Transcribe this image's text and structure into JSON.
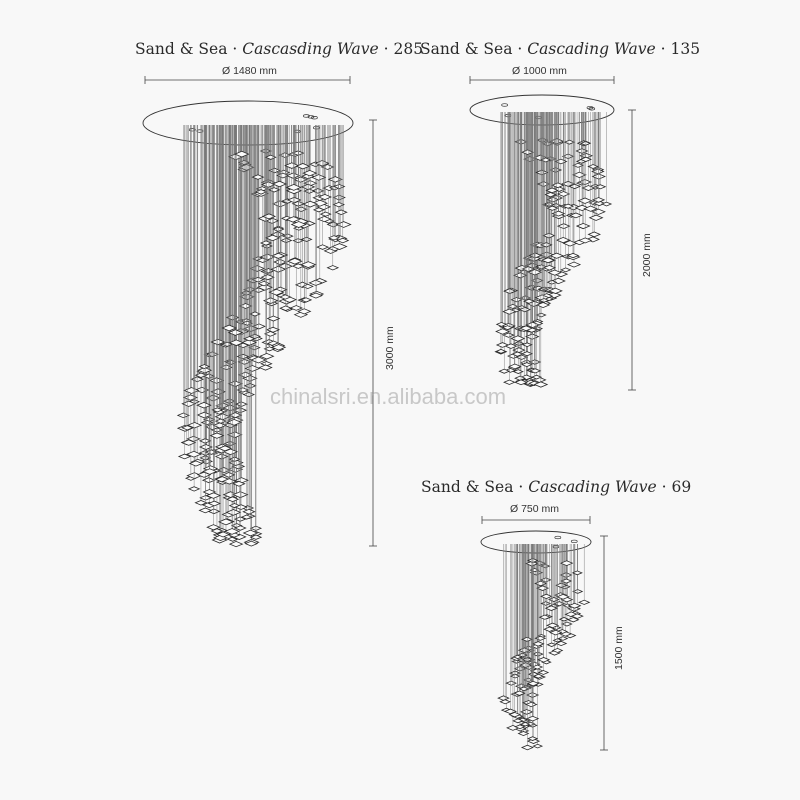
{
  "products": [
    {
      "brand": "Sand & Sea",
      "separator": "·",
      "model": "Cascasding Wave",
      "size": "285",
      "diameter": "Ø 1480 mm",
      "height": "3000 mm"
    },
    {
      "brand": "Sand & Sea",
      "separator": "·",
      "model": "Cascading Wave",
      "size": "135",
      "diameter": "Ø 1000 mm",
      "height": "2000 mm"
    },
    {
      "brand": "Sand & Sea",
      "separator": "·",
      "model": "Cascading Wave",
      "size": "69",
      "diameter": "Ø 750 mm",
      "height": "1500 mm"
    }
  ],
  "watermark": "chinalsri.en.alibaba.com",
  "colors": {
    "background": "#f8f8f8",
    "line": "#555555",
    "text": "#2b2b2b"
  }
}
